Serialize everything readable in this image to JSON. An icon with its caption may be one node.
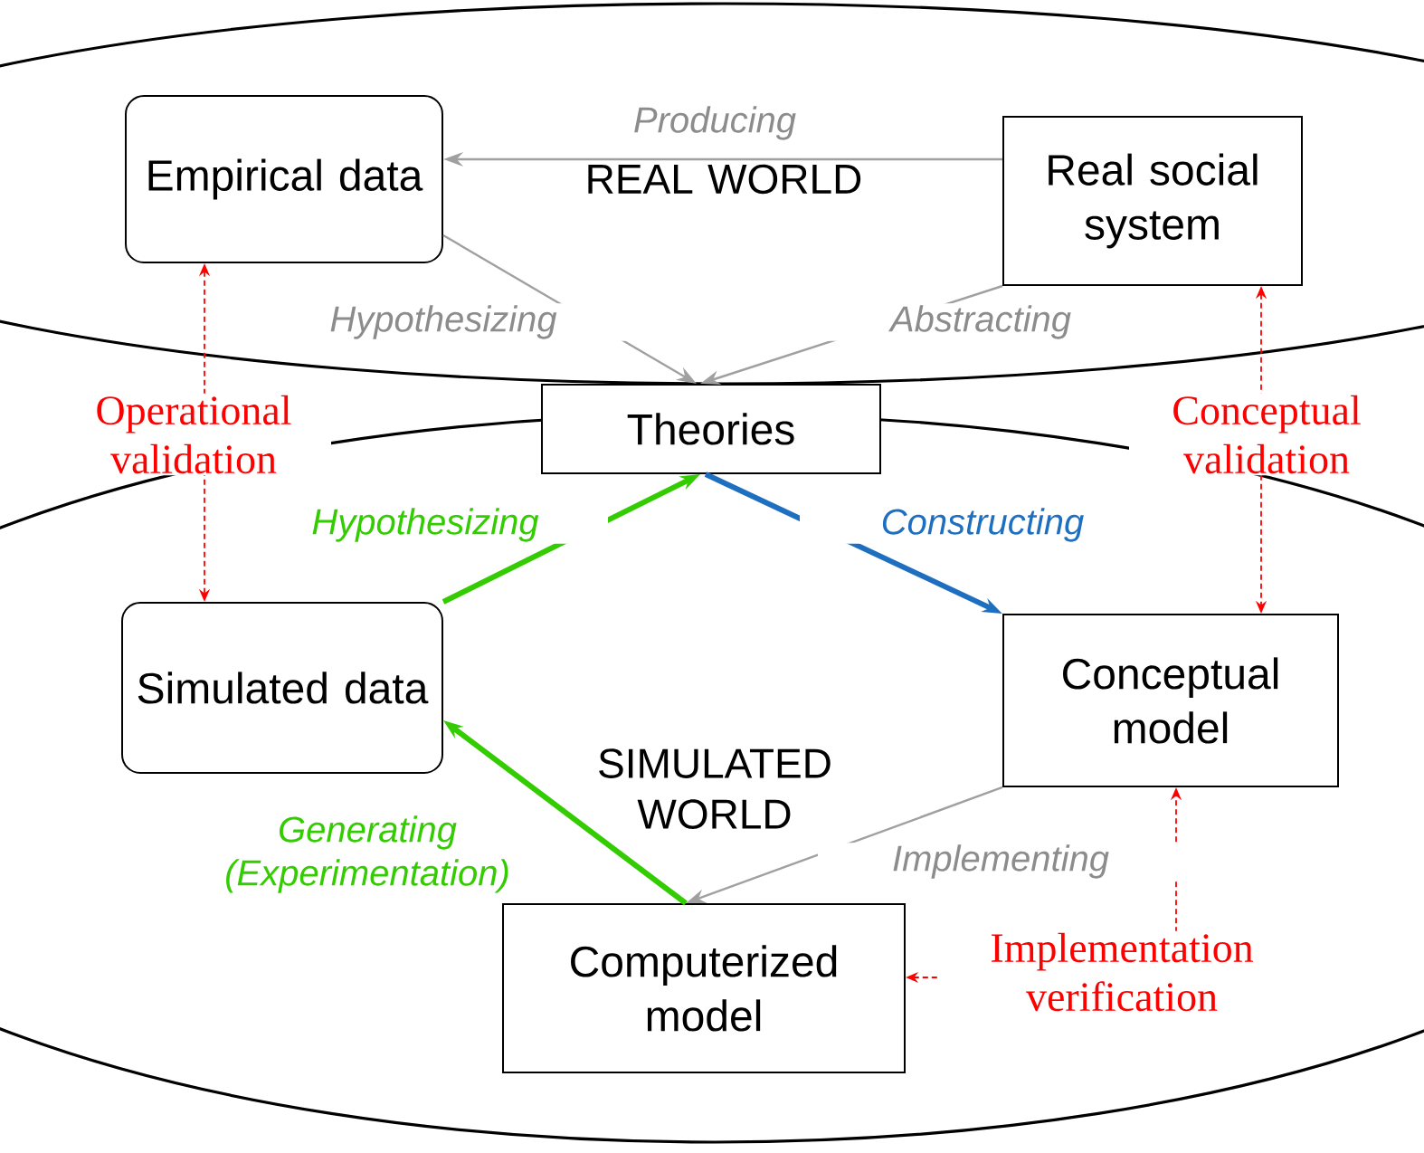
{
  "diagram": {
    "nodes": [
      {
        "text": [
          "REAL WORLD"
        ]
      },
      {
        "text": [
          "Empirical data"
        ],
        "in": 0
      },
      {
        "text": [
          "Real social system"
        ],
        "in": 0
      },
      {
        "text": [
          "Theories"
        ]
      },
      {
        "text": [
          "SIMULATED WORLD"
        ]
      },
      {
        "text": [
          "Simulated data"
        ],
        "in": 4
      },
      {
        "text": [
          "Conceptual model"
        ],
        "in": 4
      },
      {
        "text": [
          "Computerized model"
        ],
        "in": 4
      }
    ],
    "edges": [
      {
        "from": 2,
        "to": 1,
        "arrow": "to",
        "label": "Producing"
      },
      {
        "from": 1,
        "to": 3,
        "arrow": "to",
        "label": "Hypothesizing"
      },
      {
        "from": 2,
        "to": 3,
        "arrow": "to",
        "label": "Abstracting"
      },
      {
        "from": 5,
        "to": 3,
        "arrow": "to",
        "label": "Hypothesizing",
        "style": "thick",
        "color": "#33cc00"
      },
      {
        "from": 3,
        "to": 6,
        "arrow": "to",
        "label": "Constructing",
        "style": "thick",
        "color": "#1f6fc0"
      },
      {
        "from": 6,
        "to": 7,
        "arrow": "to",
        "label": "Implementing"
      },
      {
        "from": 7,
        "to": 5,
        "arrow": "to",
        "label": "Generating (Experimentation)",
        "style": "thick",
        "color": "#33cc00"
      },
      {
        "from": 1,
        "to": 5,
        "arrow": "both",
        "label": "Operational validation",
        "style": "dashed",
        "color": "#ff0000"
      },
      {
        "from": 2,
        "to": 6,
        "arrow": "both",
        "label": "Conceptual validation",
        "style": "dashed",
        "color": "#ff0000"
      },
      {
        "from": 7,
        "to": 6,
        "arrow": "both",
        "label": "Implementation verification",
        "style": "dashed",
        "color": "#ff0000"
      }
    ]
  }
}
